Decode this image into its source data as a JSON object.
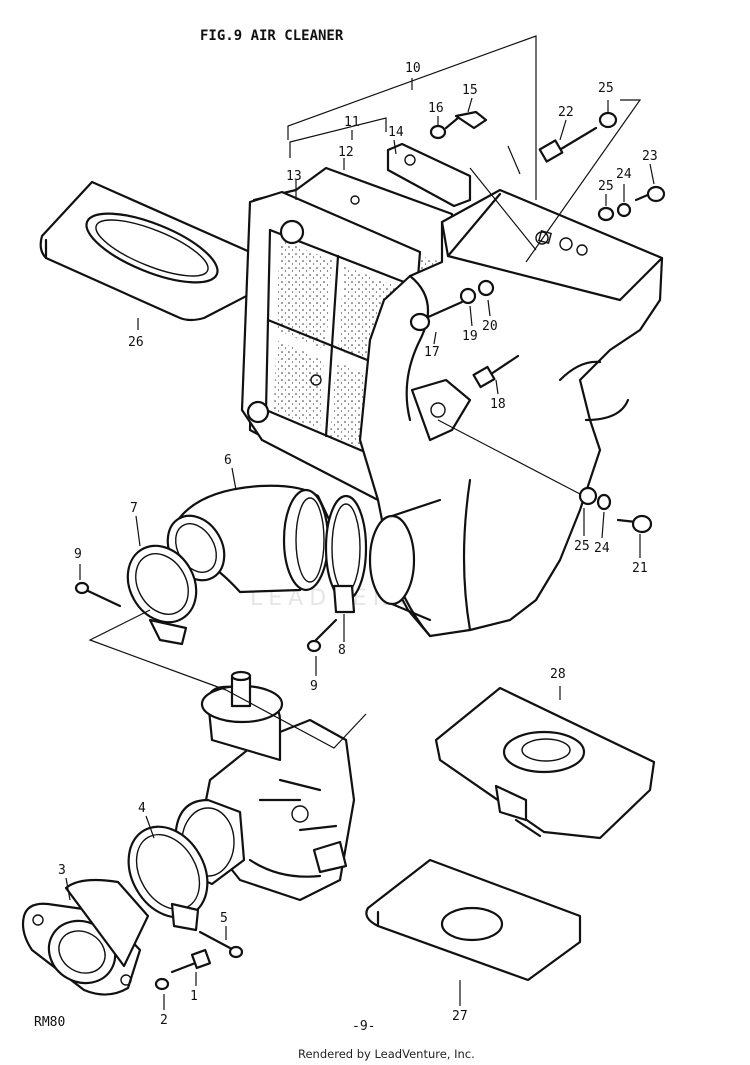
{
  "title": "FIG.9  AIR CLEANER",
  "model": "RM80",
  "page_number": "-9-",
  "footer": "Rendered by LeadVenture, Inc.",
  "watermark": "LEADVENTURE",
  "callouts": {
    "c1": "1",
    "c2": "2",
    "c3": "3",
    "c4": "4",
    "c5": "5",
    "c6": "6",
    "c7": "7",
    "c8": "8",
    "c9a": "9",
    "c9b": "9",
    "c10": "10",
    "c11": "11",
    "c12": "12",
    "c13": "13",
    "c14": "14",
    "c15": "15",
    "c16": "16",
    "c17": "17",
    "c18": "18",
    "c19": "19",
    "c20": "20",
    "c21": "21",
    "c22": "22",
    "c23": "23",
    "c24a": "24",
    "c24b": "24",
    "c25a": "25",
    "c25b": "25",
    "c25c": "25",
    "c26": "26",
    "c27": "27",
    "c28": "28"
  }
}
